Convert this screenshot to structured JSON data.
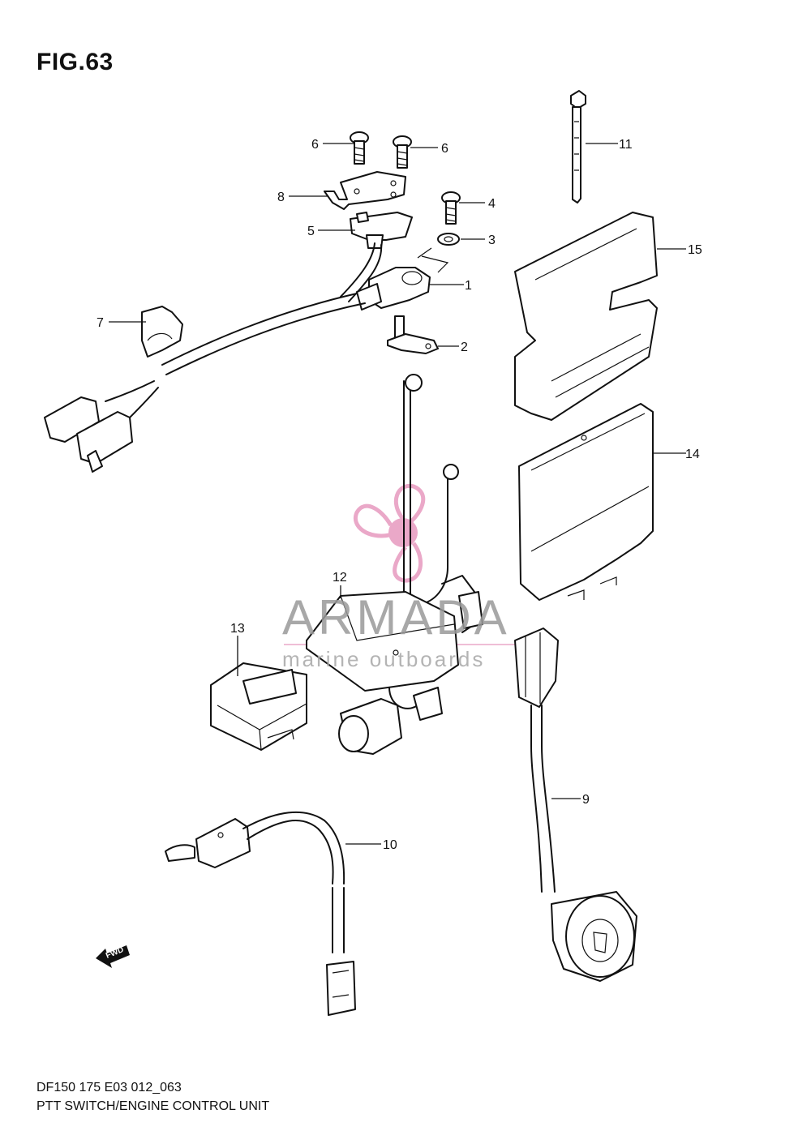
{
  "figure": {
    "title": "FIG.63",
    "code": "DF150 175 E03 012_063",
    "caption": "PTT SWITCH/ENGINE CONTROL UNIT"
  },
  "watermark": {
    "brand": "ARMADA",
    "tagline": "marine outboards",
    "accent_color": "#e48bb6",
    "logo_icon": "propeller-icon"
  },
  "direction_marker": {
    "text": "FWD",
    "icon": "arrow-left-icon"
  },
  "part_labels": [
    "1",
    "2",
    "3",
    "4",
    "5",
    "6",
    "7",
    "8",
    "9",
    "10",
    "11",
    "12",
    "13",
    "14",
    "15"
  ],
  "label_6b": "6"
}
